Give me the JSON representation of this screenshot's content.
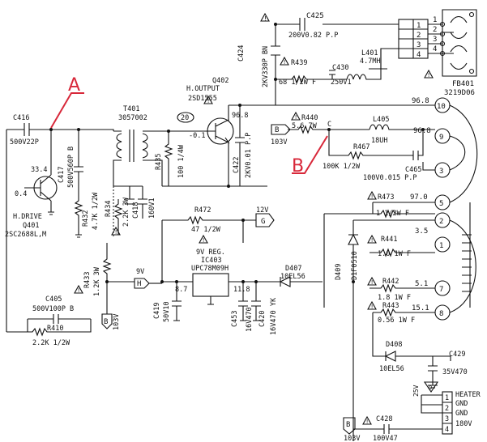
{
  "callouts": {
    "a": "A",
    "b": "B"
  },
  "warn": "!",
  "flyback": {
    "ref": "FB401",
    "part": "3219D06"
  },
  "pins": [
    "10",
    "9",
    "3",
    "5",
    "2",
    "1",
    "7",
    "8"
  ],
  "pin_volts": {
    "p10": "96.8",
    "p9": "96.8",
    "p5": "97.0",
    "p2": "3.5",
    "p7": "5.1",
    "p8": "15.1"
  },
  "c425": {
    "ref": "C425",
    "val": "200V0.82 P.P"
  },
  "c424": {
    "ref": "C424",
    "val": "2KV330P BN"
  },
  "r439": {
    "ref": "R439",
    "val": "68 1/2W F"
  },
  "c430": {
    "ref": "C430",
    "val": "250V1"
  },
  "l401": {
    "ref": "L401",
    "val": "4.7MH"
  },
  "q402": {
    "title": "H.OUTPUT",
    "ref": "Q402",
    "part": "2SD1555",
    "vb": "-0.1",
    "vc": "96.8"
  },
  "tag20": "20",
  "t401": {
    "ref": "T401",
    "part": "3057002"
  },
  "r435": {
    "ref": "R435",
    "val": "100 1/4W"
  },
  "c422": {
    "ref": "C422",
    "val": "2KV0.01 P.P"
  },
  "r440": {
    "ref": "R440",
    "val": "5.6 7W"
  },
  "node_c": "C",
  "l405": {
    "ref": "L405",
    "val": "18UH"
  },
  "r467": {
    "ref": "R467",
    "val": "100K 1/2W"
  },
  "c465": {
    "ref": "C465",
    "val": "100V0.015 P.P"
  },
  "r473": {
    "ref": "R473",
    "val": "1 1/2W F"
  },
  "r441": {
    "ref": "R441",
    "val": "1.0 1W F"
  },
  "r442": {
    "ref": "R442",
    "val": "1.8 1W F"
  },
  "r443": {
    "ref": "R443",
    "val": "0.56 1W F"
  },
  "d409": {
    "ref": "D409",
    "val": "D1F0510"
  },
  "c416": {
    "ref": "C416",
    "val": "500V22P"
  },
  "c417": {
    "ref": "C417",
    "val": "500V560P B"
  },
  "q401": {
    "title": "H.DRIVE",
    "ref": "Q401",
    "part": "2SC2688L,M",
    "vc": "33.4",
    "vb": "0.4"
  },
  "r432": {
    "ref": "R432",
    "val": "4.7K 1/2W"
  },
  "r434": {
    "ref": "R434",
    "val": "2.2K 3W"
  },
  "c418": {
    "ref": "C418",
    "val": "160V1"
  },
  "r472": {
    "ref": "R472",
    "val": "47 1/2W"
  },
  "tag_12v": "12V",
  "tag_g": "G",
  "ic403": {
    "title": "9V REG.",
    "ref": "IC403",
    "part": "UPC78M09H",
    "vin": "11.8",
    "vout": "8.7"
  },
  "tag_9v": "9V",
  "tag_h": "H",
  "r433": {
    "ref": "R433",
    "val": "1.2K 3W"
  },
  "tag_b": "B",
  "tag_103v": "103V",
  "c419": {
    "ref": "C419",
    "val": "50V10"
  },
  "c453": {
    "ref": "C453",
    "val": "16V470"
  },
  "c420": {
    "ref": "C420",
    "val": "16V470 YK"
  },
  "d407": {
    "ref": "D407",
    "val": "10EL56"
  },
  "c405": {
    "ref": "C405",
    "val": "500V100P B"
  },
  "r410": {
    "ref": "R410",
    "val": "2.2K 1/2W"
  },
  "d408": {
    "ref": "D408",
    "val": "10EL56"
  },
  "c429": {
    "ref": "C429",
    "val": "35V470"
  },
  "tag_d": "D",
  "tag_25v": "25V",
  "c428": {
    "ref": "C428",
    "val": "100V47"
  },
  "heater": [
    "HEATER",
    "GND",
    "GND",
    "180V"
  ],
  "conn": [
    "1",
    "2",
    "3",
    "4"
  ],
  "conn_bot": [
    "1",
    "2",
    "3",
    "4"
  ]
}
